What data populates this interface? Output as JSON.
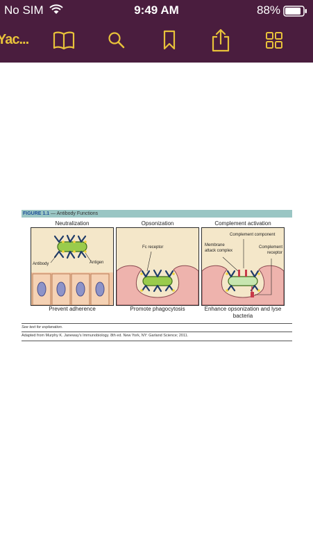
{
  "status_bar": {
    "carrier": "No SIM",
    "time": "9:49 AM",
    "battery_percent": "88%",
    "battery_level": 0.88
  },
  "toolbar": {
    "back_label": "Yac...",
    "icons": [
      "book-icon",
      "search-icon",
      "bookmark-icon",
      "share-icon",
      "grid-icon"
    ],
    "bar_color": "#4a1d3e",
    "icon_color": "#e8c23a"
  },
  "figure": {
    "number": "FIGURE 1.1",
    "title": " — Antibody Functions",
    "panels": [
      {
        "title": "Neutralization",
        "caption": "Prevent adherence",
        "labels": {
          "antibody": "Antibody",
          "antigen": "Antigen"
        }
      },
      {
        "title": "Opsonization",
        "caption": "Promote phagocytosis",
        "labels": {
          "fc_receptor": "Fc receptor"
        }
      },
      {
        "title": "Complement activation",
        "caption": "Enhance opsonization and lyse bacteria",
        "labels": {
          "complement_component": "Complement component",
          "membrane_attack_complex": "Membrane attack complex",
          "complement_receptor": "Complement receptor"
        }
      }
    ],
    "note": "See text for explanation.",
    "source": "Adapted from Murphy K. Janeway's Immunobiology. 8th ed. New York, NY: Garland Science; 2011."
  }
}
